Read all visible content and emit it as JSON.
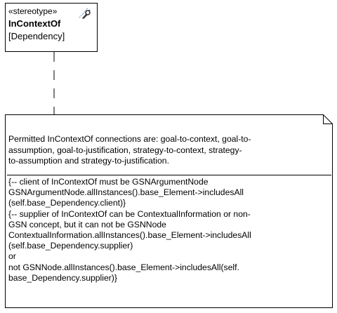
{
  "stereotype": {
    "label": "«stereotype»",
    "name": "InContextOf",
    "metaclass": "[Dependency]",
    "icon": "stereotype-wrench-icon"
  },
  "note": {
    "description": "Permitted InContextOf connections are: goal-to-context, goal-to-\nassumption, goal-to-justification, strategy-to-context, strategy-\nto-assumption and strategy-to-justification.",
    "constraint": "{-- client of InContextOf must be GSNArgumentNode\nGSNArgumentNode.allInstances().base_Element->includesAll\n(self.base_Dependency.client)}\n{-- supplier of InContextOf can be ContextualInformation or non-\nGSN concept, but it can not be GSNNode\nContextualInformation.allInstances().base_Element->includesAll\n(self.base_Dependency.supplier)\nor\nnot GSNNode.allInstances().base_Element->includesAll(self.\nbase_Dependency.supplier)}"
  }
}
